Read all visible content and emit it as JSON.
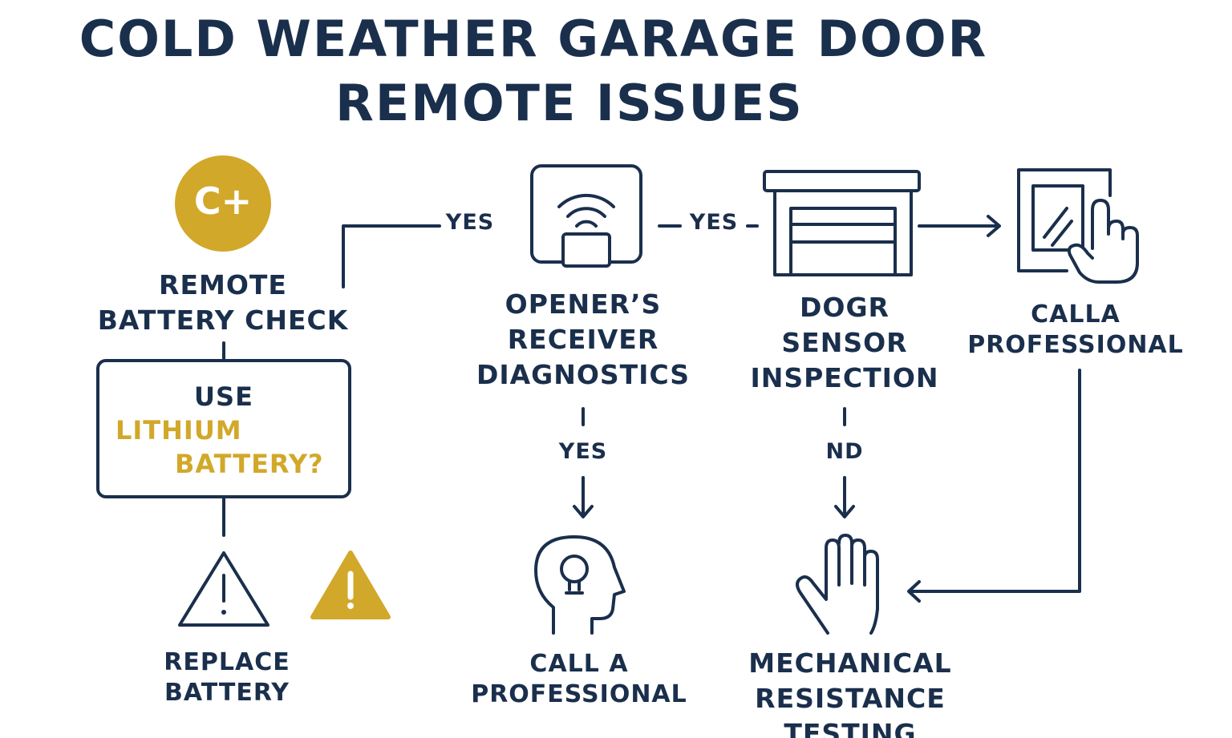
{
  "title": {
    "line1": "COLD WEATHER GARAGE DOOR",
    "line2": "REMOTE ISSUES"
  },
  "badge": {
    "text": "C+"
  },
  "nodes": {
    "battery_check": {
      "line1": "REMOTE",
      "line2": "BATTERY CHECK"
    },
    "lithium_question": {
      "line1": "USE",
      "line2": "LITHIUM",
      "line3": "BATTERY?"
    },
    "replace_battery": {
      "line1": "REPLACE",
      "line2": "BATTERY"
    },
    "receiver": {
      "line1": "OPENER’S",
      "line2": "RECEIVER",
      "line3": "DIAGNOSTICS"
    },
    "sensor": {
      "line1": "DOGR",
      "line2": "SENSOR",
      "line3": "INSPECTION"
    },
    "call_pro_top": {
      "line1": "CALLA",
      "line2": "PROFESSIONAL"
    },
    "call_pro_bottom": {
      "line1": "CALL A",
      "line2": "PROFESSIONAL"
    },
    "mechanical": {
      "line1": "MECHANICAL",
      "line2": "RESISTANCE",
      "line3": "TESTING"
    }
  },
  "edges": {
    "check_to_receiver": "YES",
    "receiver_to_sensor": "YES",
    "receiver_down": "YES",
    "sensor_down": "ND"
  },
  "colors": {
    "navy": "#1a2f4c",
    "gold": "#d2a82a"
  },
  "icons": [
    "battery-grade-badge",
    "receiver-icon",
    "garage-door-icon",
    "touch-screen-icon",
    "warning-outline-icon",
    "warning-filled-icon",
    "head-lightbulb-icon",
    "hand-icon"
  ]
}
